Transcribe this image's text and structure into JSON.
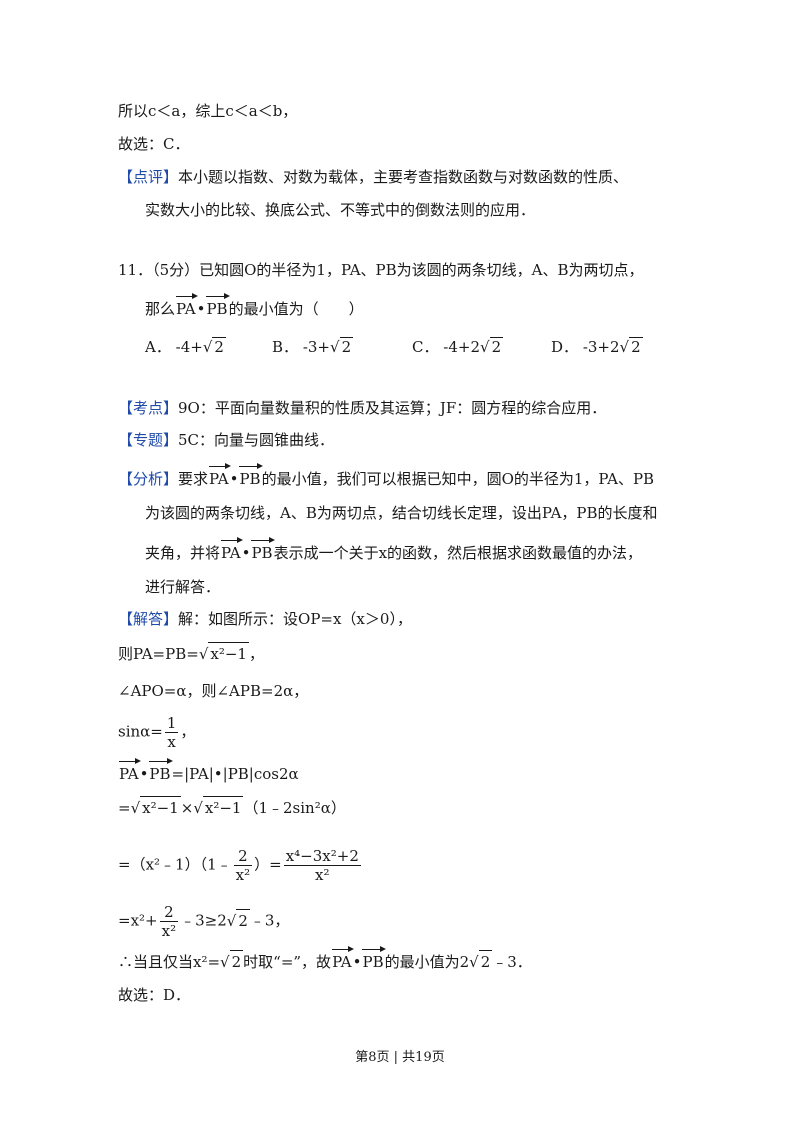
{
  "prev": {
    "l1": "所以c＜a，综上c＜a＜b，",
    "l2": "故选：C．",
    "comment_tag": "【点评】",
    "comment_1": "本小题以指数、对数为载体，主要考查指数函数与对数函数的性质、",
    "comment_2": "实数大小的比较、换底公式、不等式中的倒数法则的应用．"
  },
  "question": {
    "line1": "11．（5分）已知圆O的半径为1，PA、PB为该圆的两条切线，A、B为两切点，",
    "line2_pre": "那么",
    "vec_pa": "PA",
    "dot": "•",
    "vec_pb": "PB",
    "line2_post": "的最小值为（　　）",
    "options": [
      {
        "label": "A．",
        "pre": "-4+",
        "rad": "2"
      },
      {
        "label": "B．",
        "pre": "-3+",
        "rad": "2"
      },
      {
        "label": "C．",
        "pre": "-4+2",
        "rad": "2"
      },
      {
        "label": "D．",
        "pre": "-3+2",
        "rad": "2"
      }
    ]
  },
  "analysis": {
    "kaodian_tag": "【考点】",
    "kaodian": "9O：平面向量数量积的性质及其运算；JF：圆方程的综合应用．",
    "zhuanti_tag": "【专题】",
    "zhuanti": "5C：向量与圆锥曲线．",
    "fenxi_tag": "【分析】",
    "fenxi_1_pre": "要求",
    "fenxi_1_post": "的最小值，我们可以根据已知中，圆O的半径为1，PA、PB",
    "fenxi_2": "为该圆的两条切线，A、B为两切点，结合切线长定理，设出PA，PB的长度和",
    "fenxi_3_pre": "夹角，并将",
    "fenxi_3_post": "表示成一个关于x的函数，然后根据求函数最值的办法，",
    "fenxi_4": "进行解答．",
    "jieda_tag": "【解答】",
    "jieda": "解：如图所示：设OP=x（x＞0），"
  },
  "solution": {
    "s1_pre": "则PA=PB=",
    "s1_rad": "x²−1",
    "s1_post": "，",
    "s2": "∠APO=α，则∠APB=2α，",
    "s3_pre": "sinα=",
    "s3_num": "1",
    "s3_den": "x",
    "s3_post": "，",
    "s4_eq": "=",
    "s4_abs_pa": "|PA|",
    "s4_abs_pb": "|PB|",
    "s4_cos": "cos2α",
    "s5_pre": "=",
    "s5_rad": "x²−1",
    "s5_times": "×",
    "s5_post": "（1﹣2sin²α）",
    "s6_pre": "=（x²﹣1）（1﹣",
    "s6_num": "2",
    "s6_den": "x²",
    "s6_mid": "）=",
    "s6_num2": "x⁴−3x²+2",
    "s6_den2": "x²",
    "s7_pre": "=x²+",
    "s7_num": "2",
    "s7_den": "x²",
    "s7_mid": "﹣3≥2",
    "s7_rad": "2",
    "s7_post": "﹣3，",
    "s8_pre": "∴当且仅当x²=",
    "s8_rad": "2",
    "s8_mid": "时取“=”，故",
    "s8_mid2": "的最小值为2",
    "s8_rad2": "2",
    "s8_post": "﹣3．",
    "s9": "故选：D．"
  },
  "footer": "第8页 | 共19页"
}
